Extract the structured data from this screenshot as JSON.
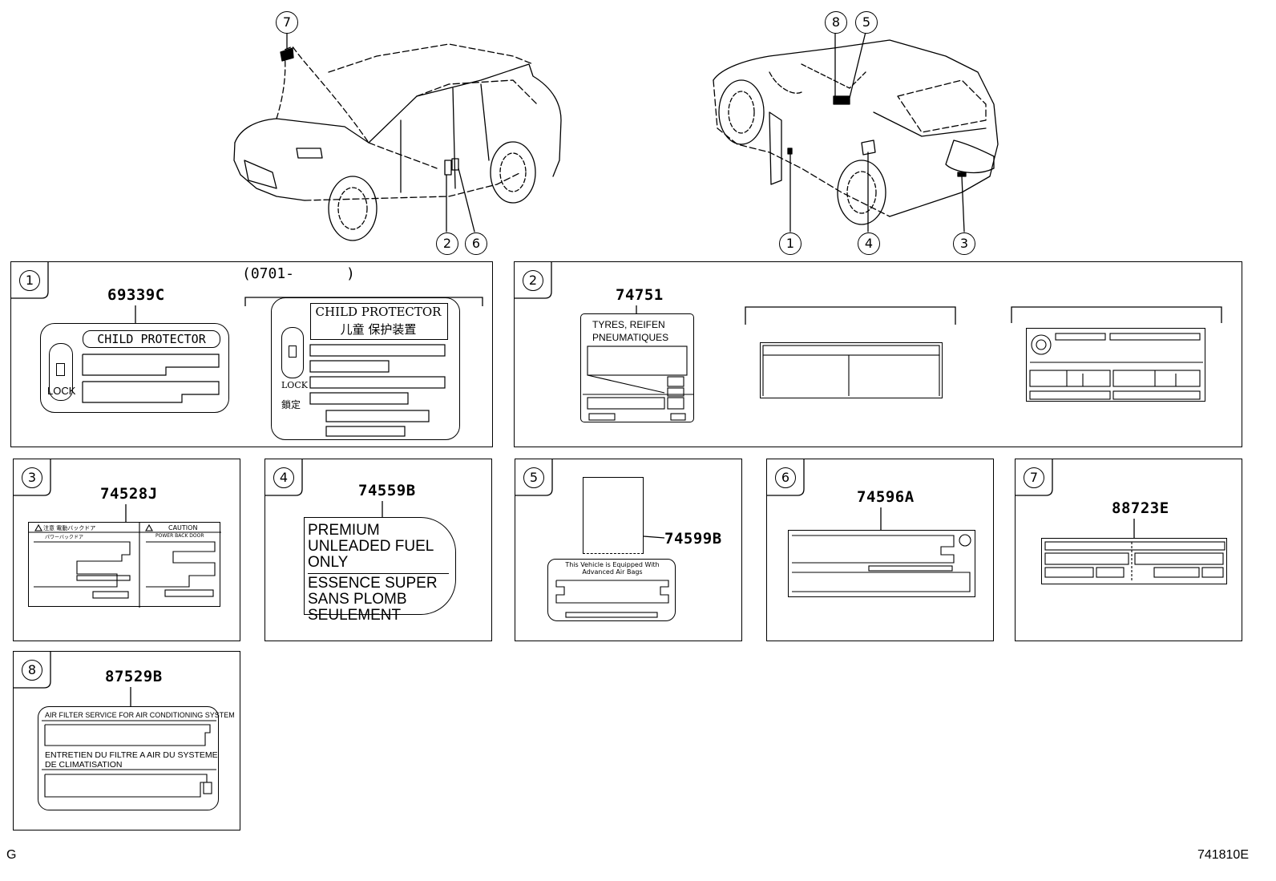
{
  "diagram_code": "741810E",
  "corner_letter": "G",
  "callouts": [
    "1",
    "2",
    "3",
    "4",
    "5",
    "6",
    "7",
    "8"
  ],
  "date_range": "(0701-      )",
  "panels": [
    {
      "id": "1",
      "parts": [
        "69339C"
      ]
    },
    {
      "id": "2",
      "parts": [
        "74751"
      ]
    },
    {
      "id": "3",
      "parts": [
        "74528J"
      ]
    },
    {
      "id": "4",
      "parts": [
        "74559B"
      ]
    },
    {
      "id": "5",
      "parts": [
        "74599B"
      ]
    },
    {
      "id": "6",
      "parts": [
        "74596A"
      ]
    },
    {
      "id": "7",
      "parts": [
        "88723E"
      ]
    },
    {
      "id": "8",
      "parts": [
        "87529B"
      ]
    }
  ],
  "labels": {
    "child_protector": "CHILD PROTECTOR",
    "child_protector_cn": "儿童 保护装置",
    "lock": "LOCK",
    "lock_cn": "鎖定",
    "tyres_line1": "TYRES, REIFEN",
    "tyres_line2": "PNEUMATIQUES",
    "caution_jp": "注意  電動バックドア",
    "caution": "CAUTION",
    "caution_sub_jp": "パワーバックドア",
    "caution_sub": "POWER BACK DOOR",
    "fuel_line1": "PREMIUM",
    "fuel_line2": "UNLEADED FUEL ONLY",
    "fuel_line3": "ESSENCE SUPER",
    "fuel_line4": "SANS PLOMB",
    "fuel_line5": "SEULEMENT",
    "airbag_line1": "This Vehicle is Equipped With",
    "airbag_line2": "Advanced Air Bags",
    "air_filter_line1": "AIR FILTER SERVICE FOR AIR CONDITIONING SYSTEM",
    "air_filter_line2": "ENTRETIEN DU FILTRE A AIR DU SYSTEME",
    "air_filter_line3": "DE CLIMATISATION"
  }
}
